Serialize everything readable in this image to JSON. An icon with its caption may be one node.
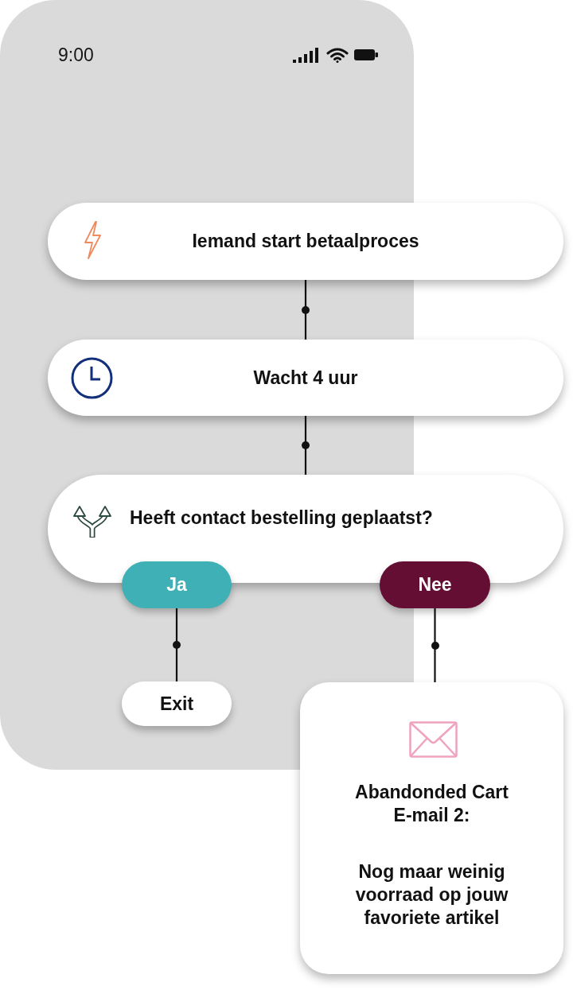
{
  "diagram": {
    "nodes": [
      {
        "text": [
          "Iemand start betaalproces"
        ]
      },
      {
        "text": [
          "Wacht 4 uur"
        ]
      },
      {
        "text": [
          "Heeft contact bestelling geplaatst?"
        ]
      },
      {
        "text": [
          "Ja"
        ]
      },
      {
        "text": [
          "Nee"
        ]
      },
      {
        "text": [
          "Exit"
        ]
      },
      {
        "text": [
          "Abandonded Cart E-mail 2:",
          "Nog maar weinig voorraad op jouw favoriete artikel"
        ]
      }
    ],
    "edges": [
      {
        "from": 0,
        "to": 1,
        "arrow": "none"
      },
      {
        "from": 1,
        "to": 2,
        "arrow": "none"
      },
      {
        "from": 3,
        "to": 5,
        "arrow": "none"
      },
      {
        "from": 4,
        "to": 6,
        "arrow": "none"
      }
    ],
    "labels": [
      "9:00"
    ]
  }
}
